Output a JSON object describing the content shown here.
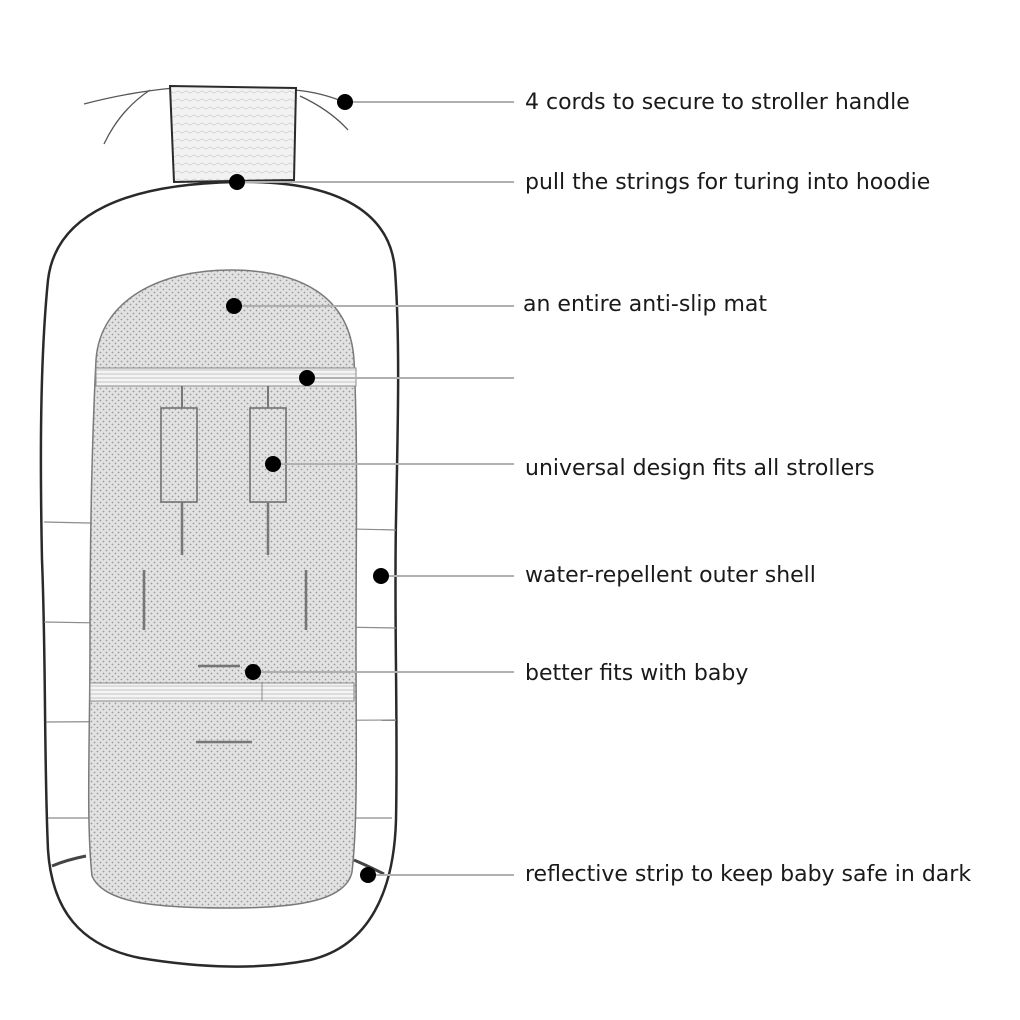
{
  "annotations": [
    {
      "id": "cords",
      "text": "4 cords to secure to stroller handle"
    },
    {
      "id": "hood-strings",
      "text": "pull the strings for turing into hoodie"
    },
    {
      "id": "anti-slip",
      "text": "an entire anti-slip mat"
    },
    {
      "id": "strap-band",
      "text": ""
    },
    {
      "id": "universal",
      "text": "universal design fits all strollers"
    },
    {
      "id": "outer-shell",
      "text": "water-repellent outer shell"
    },
    {
      "id": "fits-baby",
      "text": "better fits with baby"
    },
    {
      "id": "reflective",
      "text": "reflective strip to keep baby safe in dark"
    }
  ],
  "colors": {
    "outline": "#2a2a2a",
    "mat": "#d6d6d6",
    "leader": "#b0b0b0",
    "dot": "#000000",
    "text": "#1a1a1a"
  }
}
